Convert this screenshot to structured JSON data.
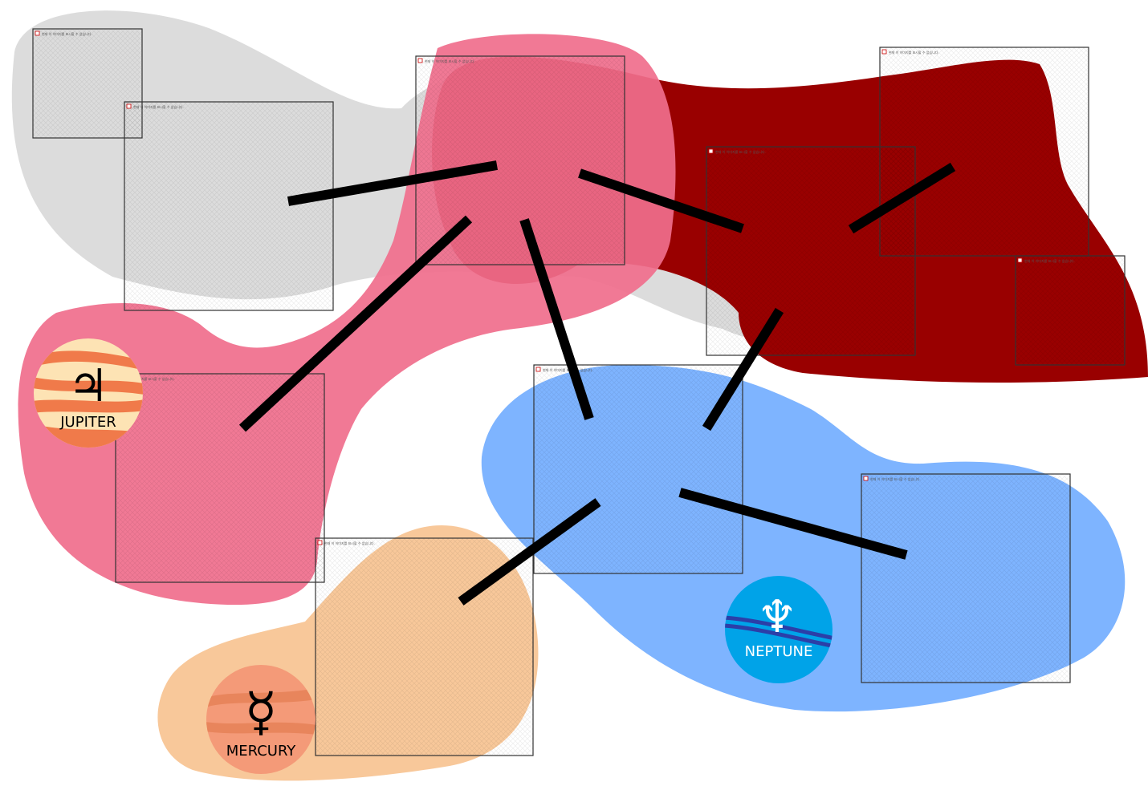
{
  "colors": {
    "gray_region": "#dcdcdc",
    "pink_region": "#f06e8c",
    "darkred_region": "#990000",
    "orange_region": "#f8c89a",
    "blue_region": "#7eb4ff",
    "connector": "#000000",
    "frame": "#333333"
  },
  "frame_caption": "현재 이 이미지를 표시할 수 없습니다.",
  "badges": {
    "jupiter": {
      "label": "JUPITER",
      "symbol": "♃",
      "icon": "jupiter-planet-icon",
      "fill": "#fde3b4",
      "band": "#f07a4a"
    },
    "mercury": {
      "label": "MERCURY",
      "symbol": "☿",
      "icon": "mercury-planet-icon",
      "fill": "#f49a78",
      "band": "#e8855c"
    },
    "neptune": {
      "label": "NEPTUNE",
      "symbol": "♆",
      "icon": "neptune-planet-icon",
      "fill": "#00a3e8",
      "band": "#2b3fa8"
    }
  }
}
